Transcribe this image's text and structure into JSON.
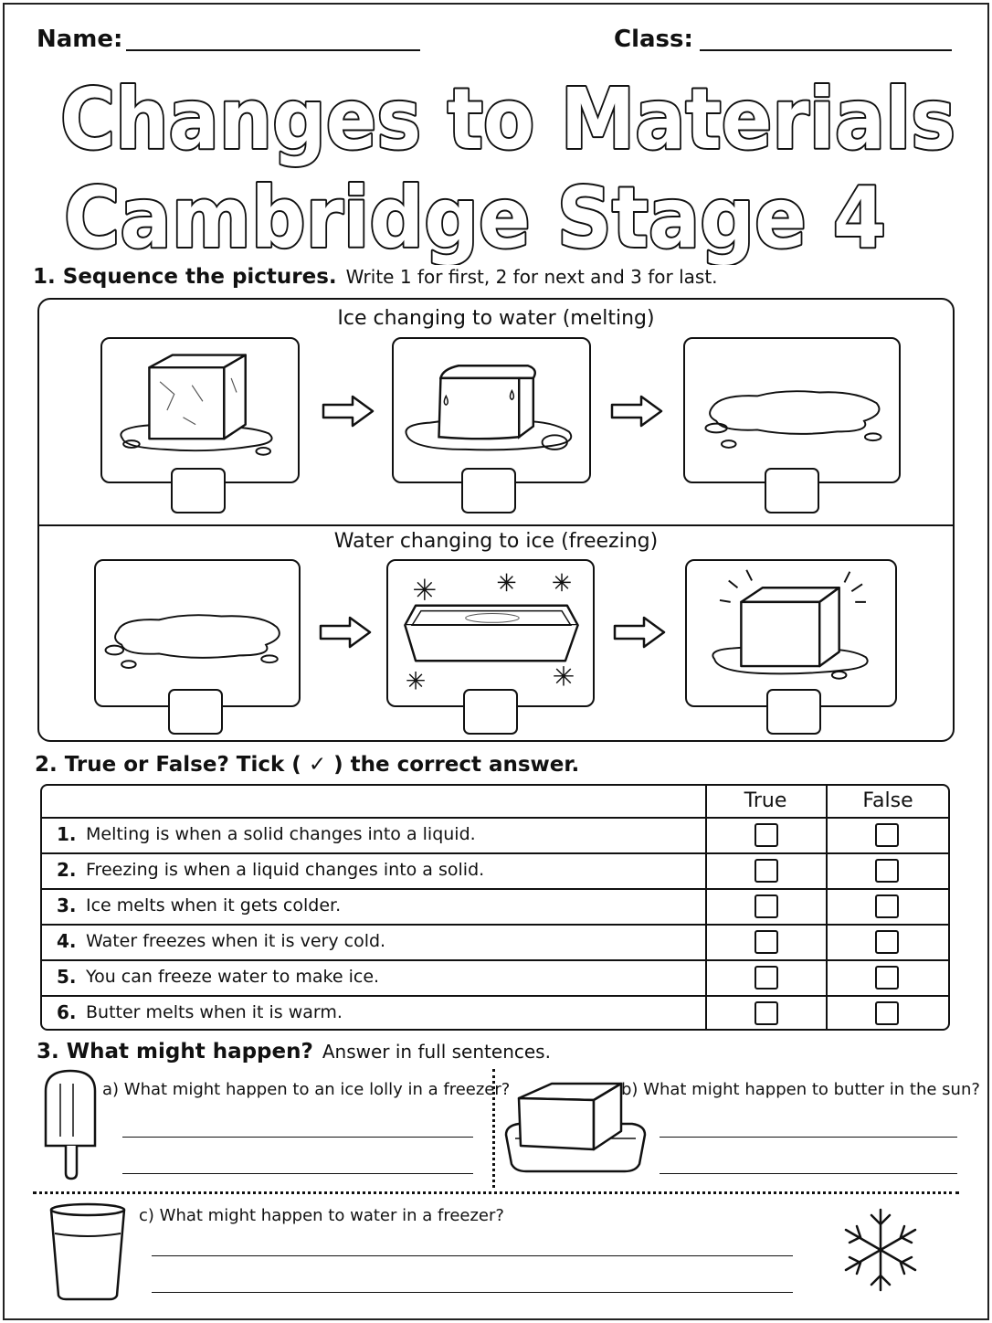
{
  "header": {
    "name_label": "Name:",
    "class_label": "Class:"
  },
  "title": {
    "line1": "Changes to Materials",
    "line2": "Cambridge Stage 4"
  },
  "section1": {
    "heading": "1. Sequence the pictures.",
    "instruction": "Write 1 for first, 2 for next and 3 for last.",
    "melting_title": "Ice changing to water (melting)",
    "freezing_title": "Water changing to ice (freezing)"
  },
  "section2": {
    "heading": "2. True or False? Tick ( ✓ ) the correct answer.",
    "col_true": "True",
    "col_false": "False",
    "rows": [
      {
        "num": "1.",
        "text": "Melting is when a solid changes into a liquid."
      },
      {
        "num": "2.",
        "text": "Freezing is when a liquid changes into a solid."
      },
      {
        "num": "3.",
        "text": "Ice melts when it gets colder."
      },
      {
        "num": "4.",
        "text": "Water freezes when it is very cold."
      },
      {
        "num": "5.",
        "text": "You can freeze water to make ice."
      },
      {
        "num": "6.",
        "text": "Butter melts when it is warm."
      }
    ]
  },
  "section3": {
    "heading": "3. What might happen?",
    "instruction": "Answer in full sentences.",
    "qa": "a) What might happen to an ice lolly in a freezer?",
    "qb": "b) What might happen to butter in the sun?",
    "qc": "c) What might happen to water in a freezer?"
  }
}
